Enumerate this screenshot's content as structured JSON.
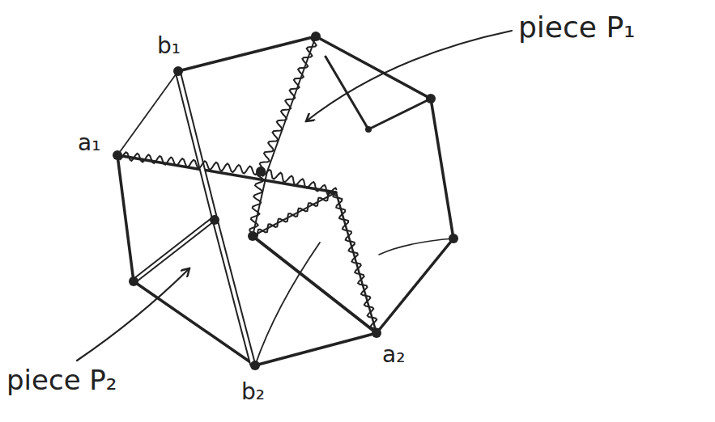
{
  "diagram": {
    "labels": [
      "piece P₁",
      "b₁",
      "a₁",
      "a₂",
      "b₂",
      "piece P₂"
    ]
  }
}
